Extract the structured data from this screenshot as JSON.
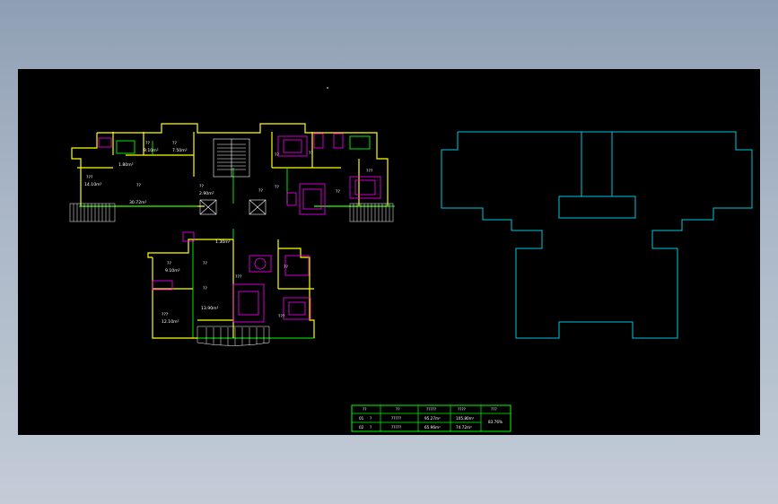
{
  "colors": {
    "background_gradient_top": "#8f9fb3",
    "background_gradient_bottom": "#c3ccd7",
    "canvas": "#000000",
    "walls": "#ffff00",
    "interior": "#00ff00",
    "furniture": "#ff00ff",
    "hatch": "#ffffff",
    "outline": "#00c8dc",
    "table_border": "#00ff00"
  },
  "plan": {
    "room_labels": [
      "??",
      "??",
      "9.10m²",
      "7.50m²",
      "1.80m²",
      "???",
      "14.10m²",
      "??",
      "30.72m²",
      "??",
      "2.90m²",
      "??",
      "??",
      "??",
      "??",
      "??",
      "???",
      "??",
      "9.10m²",
      "??",
      "???",
      "??",
      "13.90m²",
      "???",
      "12.10m²",
      "???",
      "??",
      "1.30m²"
    ]
  },
  "table": {
    "headers": [
      "??",
      "??",
      "?????",
      "????",
      "???"
    ],
    "rows": [
      [
        "01",
        "?",
        "?????",
        "95.27m²",
        "105.80m²",
        "83.76%"
      ],
      [
        "02",
        "?",
        "?????",
        "65.96m²",
        "74.72m²",
        ""
      ]
    ]
  }
}
